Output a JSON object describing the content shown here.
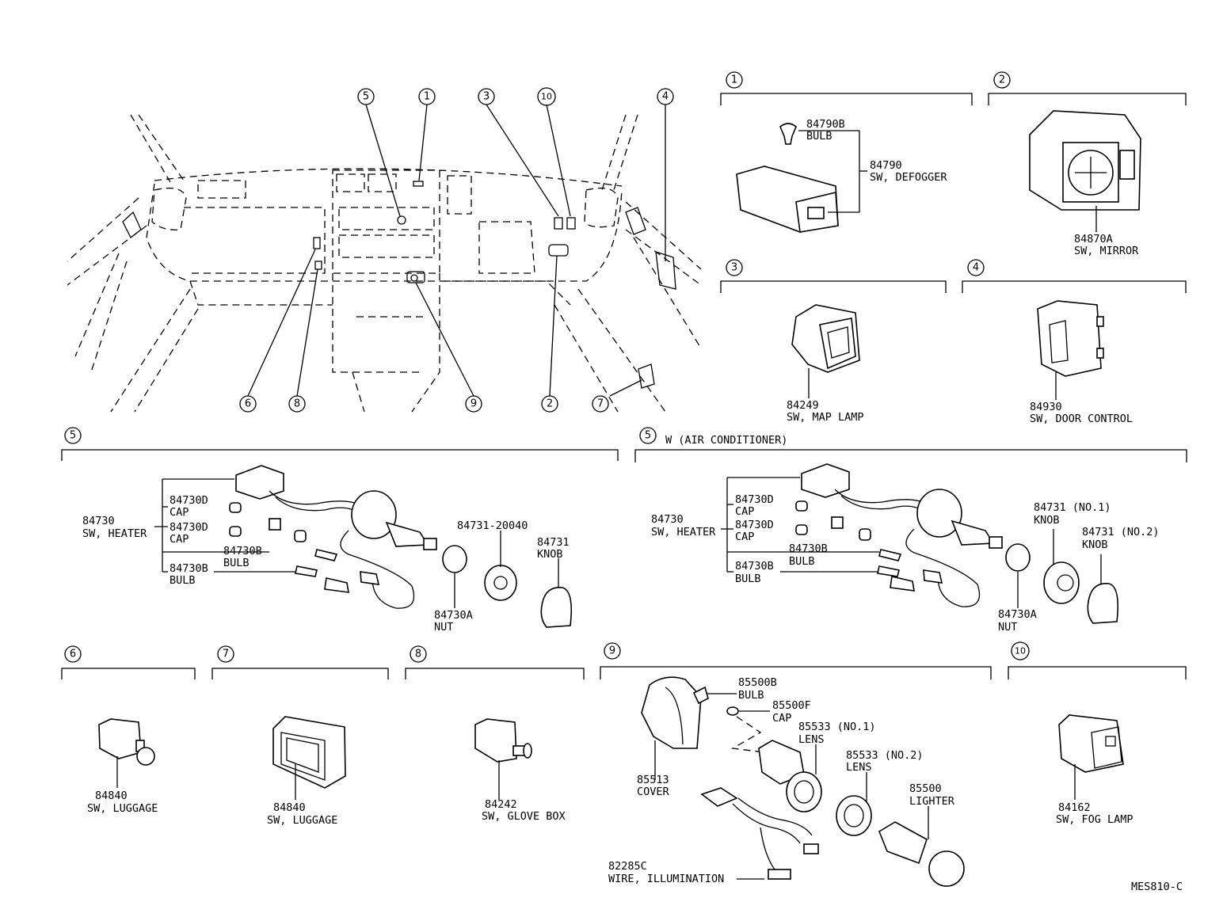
{
  "callouts": {
    "c1": "1",
    "c2": "2",
    "c3": "3",
    "c4": "4",
    "c5": "5",
    "c6": "6",
    "c7": "7",
    "c8": "8",
    "c9": "9",
    "c10": "10"
  },
  "sec1": {
    "num": "1",
    "p1": "84790B",
    "p1n": "BULB",
    "p2": "84790",
    "p2n": "SW, DEFOGGER"
  },
  "sec2": {
    "num": "2",
    "p1": "84870A",
    "p1n": "SW, MIRROR"
  },
  "sec3": {
    "num": "3",
    "p1": "84249",
    "p1n": "SW, MAP LAMP"
  },
  "sec4": {
    "num": "4",
    "p1": "84930",
    "p1n": "SW, DOOR CONTROL"
  },
  "sec5a": {
    "num": "5",
    "main": "84730",
    "main_n": "SW, HEATER",
    "cap1": "84730D",
    "cap1n": "CAP",
    "cap2": "84730D",
    "cap2n": "CAP",
    "bulb1": "84730B",
    "bulb1n": "BULB",
    "bulb2": "84730B",
    "bulb2n": "BULB",
    "knobset": "84731-20040",
    "knob": "84731",
    "knobn": "KNOB",
    "nut": "84730A",
    "nutn": "NUT"
  },
  "sec5b": {
    "num": "5",
    "cond": "W (AIR CONDITIONER)",
    "main": "84730",
    "main_n": "SW, HEATER",
    "cap1": "84730D",
    "cap1n": "CAP",
    "cap2": "84730D",
    "cap2n": "CAP",
    "bulb1": "84730B",
    "bulb1n": "BULB",
    "bulb2": "84730B",
    "bulb2n": "BULB",
    "knob1": "84731 (NO.1)",
    "knob1n": "KNOB",
    "knob2": "84731 (NO.2)",
    "knob2n": "KNOB",
    "nut": "84730A",
    "nutn": "NUT"
  },
  "sec6": {
    "num": "6",
    "p1": "84840",
    "p1n": "SW, LUGGAGE"
  },
  "sec7": {
    "num": "7",
    "p1": "84840",
    "p1n": "SW, LUGGAGE"
  },
  "sec8": {
    "num": "8",
    "p1": "84242",
    "p1n": "SW, GLOVE BOX"
  },
  "sec9": {
    "num": "9",
    "bulb": "85500B",
    "bulbn": "BULB",
    "cap": "85500F",
    "capn": "CAP",
    "lens1": "85533 (NO.1)",
    "lens1n": "LENS",
    "lens2": "85533 (NO.2)",
    "lens2n": "LENS",
    "lighter": "85500",
    "lightern": "LIGHTER",
    "cover": "85513",
    "covern": "COVER",
    "wire": "82285C",
    "wiren": "WIRE, ILLUMINATION"
  },
  "sec10": {
    "num": "10",
    "p1": "84162",
    "p1n": "SW, FOG LAMP"
  },
  "drawing_code": "MES810-C"
}
